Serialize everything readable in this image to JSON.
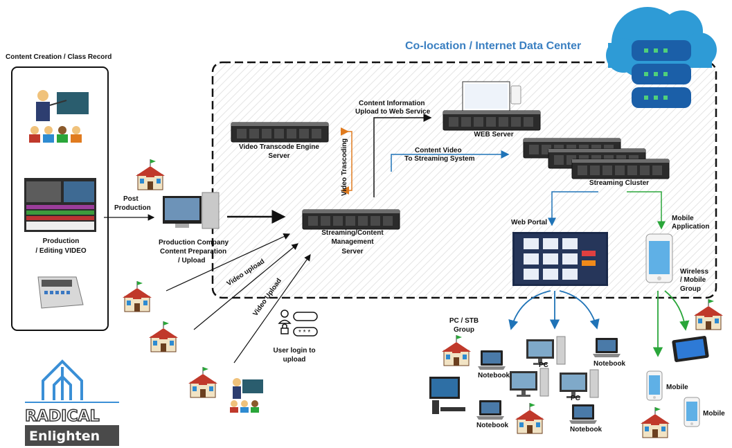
{
  "datacenter": {
    "title": "Co-location / Internet Data Center"
  },
  "content": {
    "title": "Content Creation / Class Record",
    "production": "Production",
    "editing": "/ Editing VIDEO"
  },
  "post_production": {
    "line1": "Post",
    "line2": "Production"
  },
  "production_company": {
    "line1": "Production  Company",
    "line2": "Content Preparation",
    "line3": "/ Upload"
  },
  "transcode": {
    "line1": "Video Transcode Engine",
    "line2": "Server"
  },
  "video_transcoding": "Video Trascoding",
  "content_info": {
    "line1": "Content Information",
    "line2": "Upload to Web Service"
  },
  "web_server": "WEB Server",
  "content_video": {
    "line1": "Content Video",
    "line2": "To Streaming System"
  },
  "streaming_cluster": "Streaming Cluster",
  "management": {
    "line1": "Streaming/Content",
    "line2": "Management",
    "line3": "Server"
  },
  "web_portal": "Web Portal",
  "mobile_app": {
    "line1": "Mobile",
    "line2": "Application"
  },
  "wireless": {
    "line1": "Wireless",
    "line2": "/ Mobile",
    "line3": "Group"
  },
  "video_upload_1": "Video upload",
  "video_upload_2": "Video Upload",
  "user_login": {
    "line1": "User login to",
    "line2": "upload"
  },
  "pc_stb": {
    "line1": "PC / STB",
    "line2": "Group"
  },
  "devices": {
    "pc": "PC",
    "notebook": "Notebook",
    "mobile": "Mobile"
  },
  "logo": {
    "top": "RADICAL",
    "bottom": "Enlighten"
  },
  "colors": {
    "accent_blue": "#1f73b7",
    "arrow_orange": "#e07b1f",
    "arrow_green": "#2aa63a",
    "cloud": "#2e9bd6"
  }
}
